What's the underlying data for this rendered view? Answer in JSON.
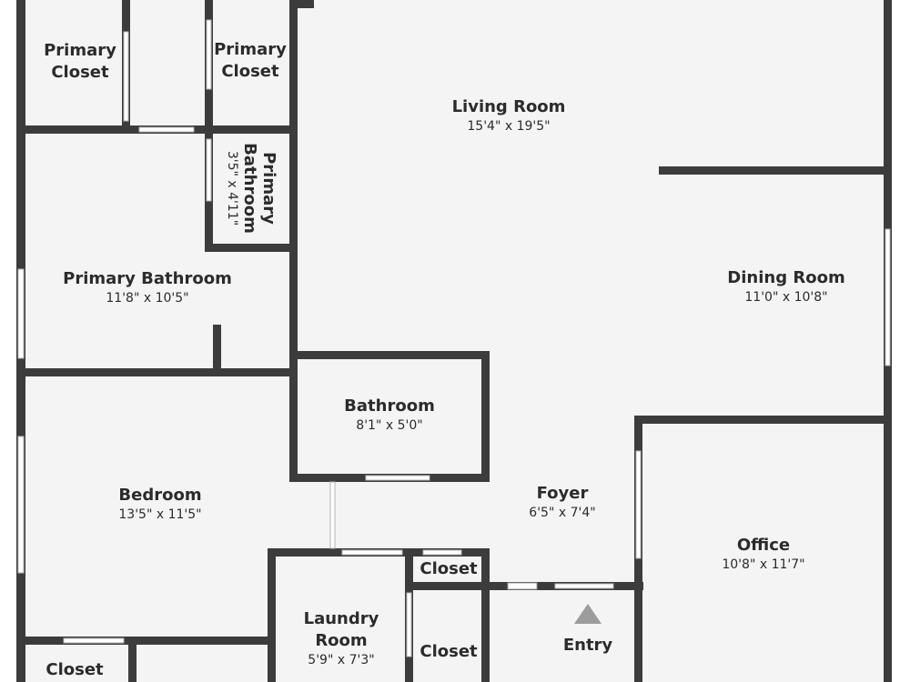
{
  "colors": {
    "floor": "#f4f4f4",
    "wall": "#3c3c3c",
    "window": "#ffffff",
    "text": "#2b2b2b",
    "entry_marker": "#9c9c9c"
  },
  "rooms": {
    "primary_closet_1": {
      "name": "Primary\nCloset",
      "dims": ""
    },
    "primary_closet_2": {
      "name": "Primary\nCloset",
      "dims": ""
    },
    "living_room": {
      "name": "Living Room",
      "dims": "15'4\" x 19'5\""
    },
    "primary_bathroom_small": {
      "name": "Primary\nBathroom",
      "dims": "3'5\" x 4'11\""
    },
    "primary_bathroom": {
      "name": "Primary Bathroom",
      "dims": "11'8\" x 10'5\""
    },
    "dining_room": {
      "name": "Dining Room",
      "dims": "11'0\" x 10'8\""
    },
    "bathroom": {
      "name": "Bathroom",
      "dims": "8'1\" x 5'0\""
    },
    "bedroom": {
      "name": "Bedroom",
      "dims": "13'5\" x 11'5\""
    },
    "foyer": {
      "name": "Foyer",
      "dims": "6'5\" x 7'4\""
    },
    "office": {
      "name": "Office",
      "dims": "10'8\" x 11'7\""
    },
    "closet_foyer": {
      "name": "Closet",
      "dims": ""
    },
    "laundry_room": {
      "name": "Laundry\nRoom",
      "dims": "5'9\" x 7'3\""
    },
    "closet_lower": {
      "name": "Closet",
      "dims": ""
    },
    "entry": {
      "name": "Entry",
      "dims": ""
    },
    "closet_bottom_left": {
      "name": "Closet",
      "dims": ""
    }
  },
  "icons": {
    "entry_marker": "triangle-up"
  }
}
